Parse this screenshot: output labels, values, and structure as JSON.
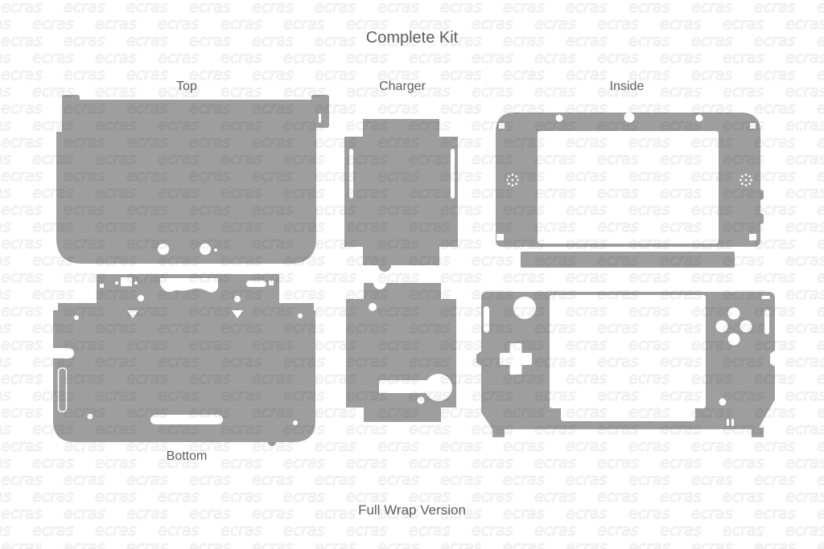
{
  "title": "Complete Kit",
  "footer": "Full Wrap Version",
  "sections": {
    "top": {
      "label": "Top"
    },
    "charger": {
      "label": "Charger"
    },
    "inside": {
      "label": "Inside"
    },
    "bottom": {
      "label": "Bottom"
    }
  },
  "watermark": {
    "text": "ecras"
  },
  "theme": {
    "background": "#ffffff",
    "shape_color": "#9e9e9e",
    "label_color": "#5e5e5e"
  }
}
